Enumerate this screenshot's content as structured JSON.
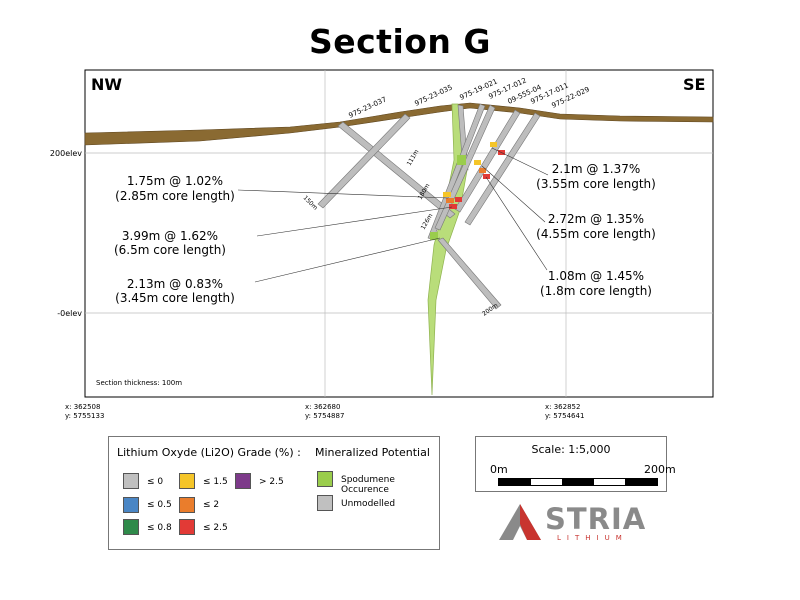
{
  "title": "Section G",
  "orientation": {
    "left": "NW",
    "right": "SE"
  },
  "elevations": [
    {
      "label": "200elev",
      "elev": 200
    },
    {
      "label": "-0elev",
      "elev": 0
    }
  ],
  "coordinates": [
    {
      "x": "x: 362508",
      "y": "y: 5755133"
    },
    {
      "x": "x: 362680",
      "y": "y: 5754887"
    },
    {
      "x": "x: 362852",
      "y": "y: 5754641"
    }
  ],
  "section_thickness": "Section thickness: 100m",
  "drill_holes": [
    {
      "id": "975-23-037"
    },
    {
      "id": "975-23-035"
    },
    {
      "id": "975-19-021"
    },
    {
      "id": "975-17-012"
    },
    {
      "id": "09-555-04"
    },
    {
      "id": "975-17-011"
    },
    {
      "id": "975-22-029"
    }
  ],
  "depth_labels": [
    "150m",
    "111m",
    "180m",
    "126m",
    "200m"
  ],
  "intercepts": [
    {
      "line1": "1.75m @ 1.02%",
      "line2": "(2.85m core length)"
    },
    {
      "line1": "3.99m @ 1.62%",
      "line2": "(6.5m core length)"
    },
    {
      "line1": "2.13m @ 0.83%",
      "line2": "(3.45m core length)"
    },
    {
      "line1": "2.1m @ 1.37%",
      "line2": "(3.55m core length)"
    },
    {
      "line1": "2.72m @ 1.35%",
      "line2": "(4.55m core length)"
    },
    {
      "line1": "1.08m @ 1.45%",
      "line2": "(1.8m core length)"
    }
  ],
  "legend": {
    "grade_title": "Lithium Oxyde (Li2O) Grade (%) :",
    "grades": [
      {
        "label": "≤ 0",
        "color": "#c0c0c0"
      },
      {
        "label": "≤ 0.5",
        "color": "#4a86c5"
      },
      {
        "label": "≤ 0.8",
        "color": "#2f8a4a"
      },
      {
        "label": "≤ 1.5",
        "color": "#f5c528"
      },
      {
        "label": "≤ 2",
        "color": "#ea7d2c"
      },
      {
        "label": "≤ 2.5",
        "color": "#e23a36"
      },
      {
        "label": "> 2.5",
        "color": "#7d3a8a"
      }
    ],
    "mineral_title": "Mineralized Potential",
    "minerals": [
      {
        "label": "Spodumene Occurence",
        "color": "#9acd4c"
      },
      {
        "label": "Unmodelled",
        "color": "#c0c0c0"
      }
    ]
  },
  "scale": {
    "title": "Scale: 1:5,000",
    "left": "0m",
    "right": "200m"
  },
  "logo": {
    "word": "STRIA",
    "sub": "LITHIUM",
    "red": "#c8342f",
    "grey": "#8a8a8a"
  },
  "colors": {
    "overburden": "#8a6a32",
    "hole": "#bdbdbd",
    "spodumene": "#b9dd7a"
  }
}
